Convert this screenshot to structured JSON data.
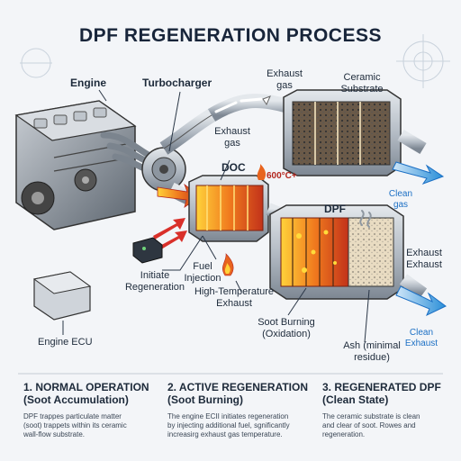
{
  "title": "DPF REGENERATION PROCESS",
  "labels": {
    "engine": "Engine",
    "turbocharger": "Turbocharger",
    "exhaust_gas_1": "Exhaust\ngas",
    "ceramic_substrate": "Ceramic\nSubstrate",
    "exhaust_gas_2": "Exhaust\ngas",
    "doc": "DOC",
    "temperature": "600°C+",
    "clean_gas": "Clean\ngas",
    "dpf": "DPF",
    "fuel_injection": "Fuel\nInjection",
    "initiate_regeneration": "Initiate\nRegeneration",
    "high_temp_exhaust": "High-Temperature\nExhaust",
    "exhaust_exhaust": "Exhaust\nExhaust",
    "soot_burning": "Soot Burning\n(Oxidation)",
    "ash": "Ash (minimal\nresidue)",
    "clean_exhaust": "Clean\nExhaust",
    "engine_ecu": "Engine ECU"
  },
  "steps": [
    {
      "heading": "1. NORMAL OPERATION\n(Soot Accumulation)",
      "text": "DPF trappes particulate matter\n(soot) trappets within its ceramic\nwall-flow substrate."
    },
    {
      "heading": "2. ACTIVE REGENERATION\n(Soot Burning)",
      "text": "The engine ECII initiates regeneration\nby injecting additional fuel, sgnificantly\nincreasirg exhaust gas temperature."
    },
    {
      "heading": "3. REGENERATED DPF\n(Clean State)",
      "text": "The ceramic substrate is clean\nand clear of soot. Rowes and\nregeneration."
    }
  ],
  "colors": {
    "hot": "#e8641e",
    "clean": "#2b8fd8",
    "metal": "#9aa3ad"
  }
}
